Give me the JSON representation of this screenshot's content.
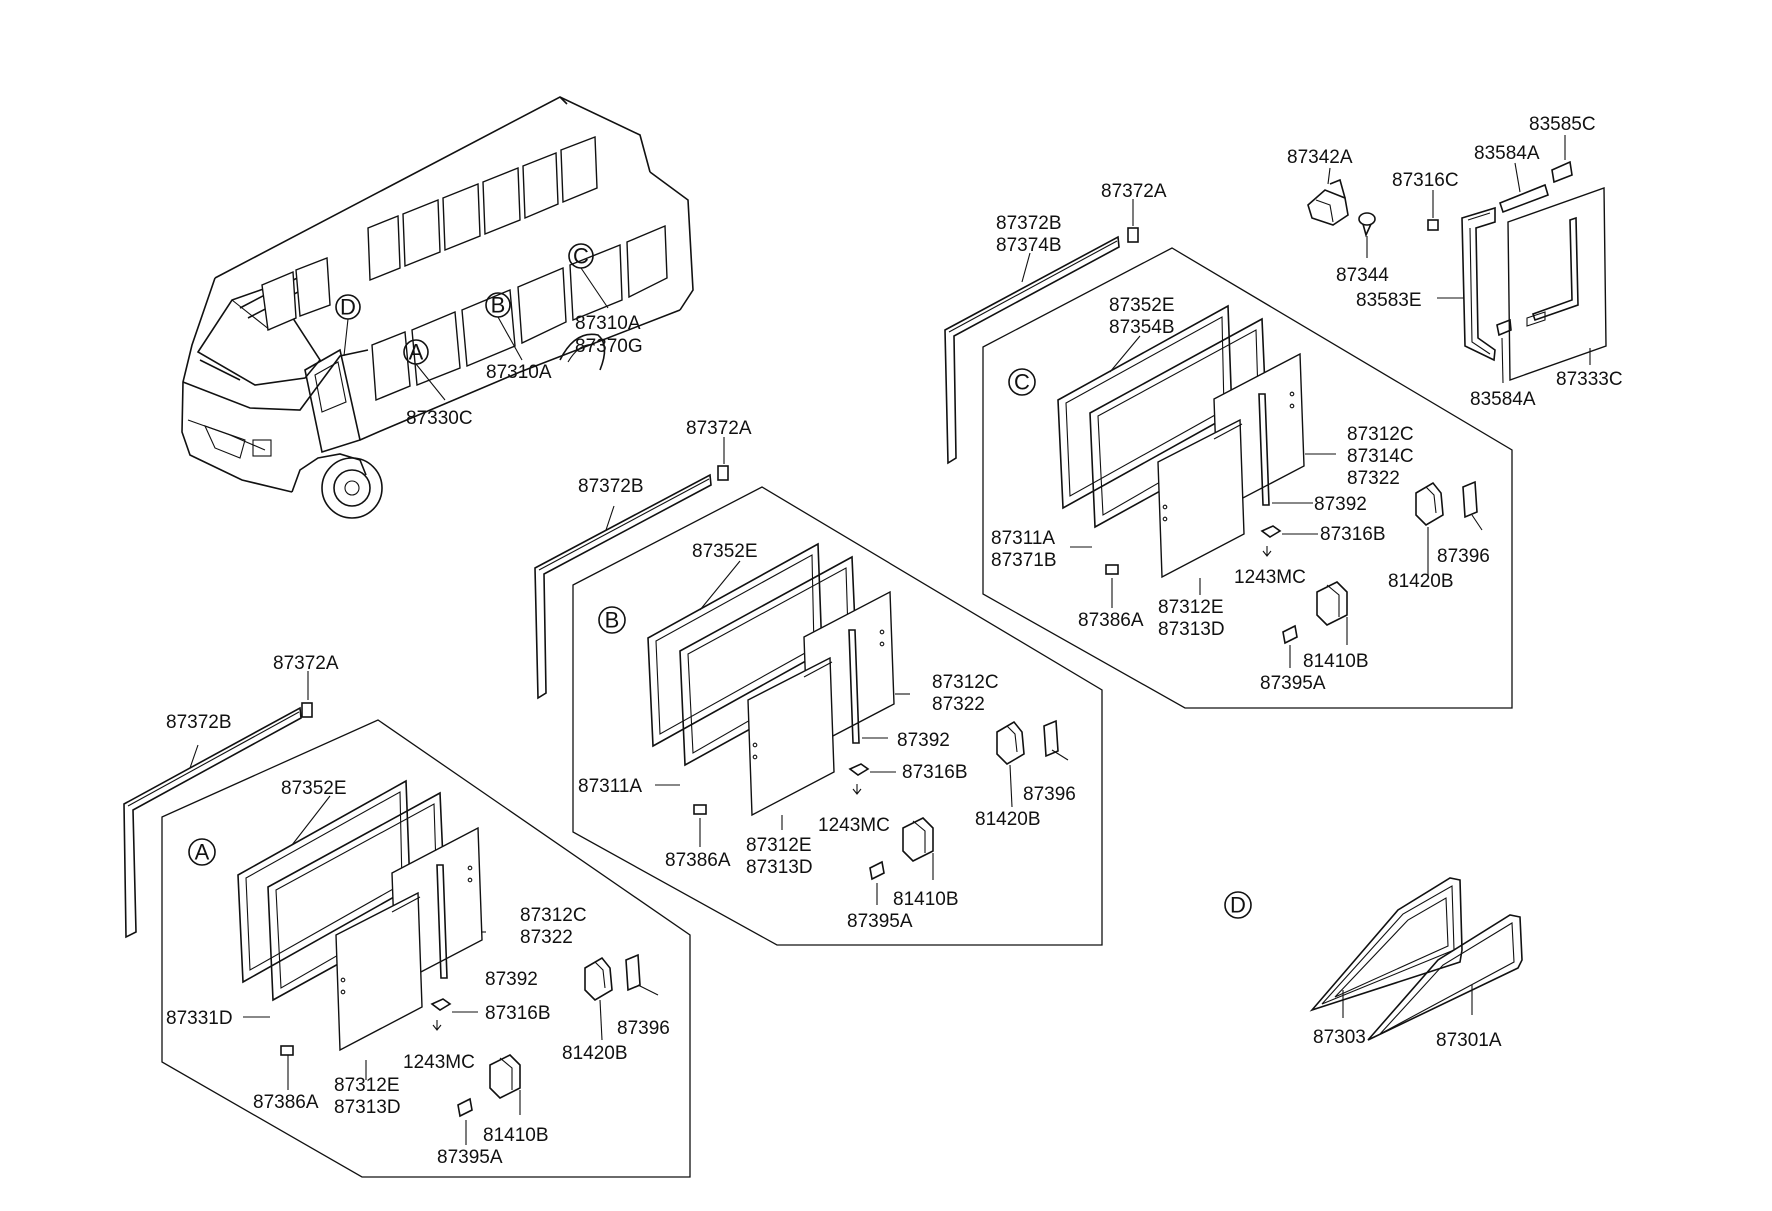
{
  "colors": {
    "ink": "#111111",
    "paper": "#ffffff"
  },
  "bus": {
    "markers": [
      "A",
      "B",
      "C",
      "D"
    ],
    "labels": {
      "l87310A_top": "87310A",
      "l87370G": "87370G",
      "l87310A": "87310A",
      "l87330C": "87330C"
    }
  },
  "section_a": {
    "marker": "A",
    "labels": {
      "l87372A": "87372A",
      "l87372B": "87372B",
      "l87352E": "87352E",
      "l87312C": "87312C",
      "l87322": "87322",
      "l87392": "87392",
      "l87331D": "87331D",
      "l87316B": "87316B",
      "l87396": "87396",
      "l1243MC": "1243MC",
      "l81420B": "81420B",
      "l87386A": "87386A",
      "l87312E": "87312E",
      "l87313D": "87313D",
      "l81410B": "81410B",
      "l87395A": "87395A"
    }
  },
  "section_b": {
    "marker": "B",
    "labels": {
      "l87372A": "87372A",
      "l87372B": "87372B",
      "l87352E": "87352E",
      "l87312C": "87312C",
      "l87322": "87322",
      "l87392": "87392",
      "l87311A": "87311A",
      "l87316B": "87316B",
      "l87396": "87396",
      "l1243MC": "1243MC",
      "l81420B": "81420B",
      "l87386A": "87386A",
      "l87312E": "87312E",
      "l87313D": "87313D",
      "l81410B": "81410B",
      "l87395A": "87395A"
    }
  },
  "section_c": {
    "marker": "C",
    "labels": {
      "l87372A": "87372A",
      "l87372B": "87372B",
      "l87374B": "87374B",
      "l87352E": "87352E",
      "l87354B": "87354B",
      "l87312C": "87312C",
      "l87314C": "87314C",
      "l87322": "87322",
      "l87392": "87392",
      "l87311A": "87311A",
      "l87371B": "87371B",
      "l87316B": "87316B",
      "l87396": "87396",
      "l1243MC": "1243MC",
      "l81420B": "81420B",
      "l87386A": "87386A",
      "l87312E": "87312E",
      "l87313D": "87313D",
      "l81410B": "81410B",
      "l87395A": "87395A"
    }
  },
  "sliding": {
    "labels": {
      "l87342A": "87342A",
      "l87316C": "87316C",
      "l83584A_top": "83584A",
      "l83585C": "83585C",
      "l87344": "87344",
      "l83583E": "83583E",
      "l83584A_bottom": "83584A",
      "l87333C": "87333C"
    }
  },
  "section_d": {
    "marker": "D",
    "labels": {
      "l87303": "87303",
      "l87301A": "87301A"
    }
  }
}
